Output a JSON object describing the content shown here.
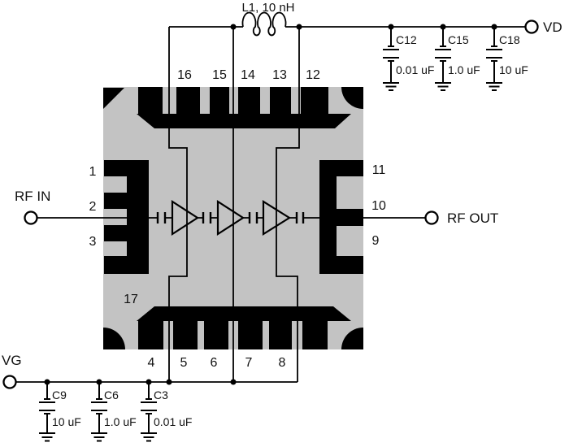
{
  "schematic": {
    "rf": {
      "input_label": "RF IN",
      "output_label": "RF OUT"
    },
    "vd_rail": {
      "terminal_label": "VD",
      "inductor_label": "L1, 10 nH",
      "capacitors": [
        {
          "ref": "C12",
          "value": "0.01 uF"
        },
        {
          "ref": "C15",
          "value": "1.0 uF"
        },
        {
          "ref": "C18",
          "value": "10 uF"
        }
      ]
    },
    "vg_rail": {
      "terminal_label": "VG",
      "capacitors": [
        {
          "ref": "C9",
          "value": "10 uF"
        },
        {
          "ref": "C6",
          "value": "1.0 uF"
        },
        {
          "ref": "C3",
          "value": "0.01 uF"
        }
      ]
    },
    "ic": {
      "pins_top": [
        "16",
        "15",
        "14",
        "13",
        "12"
      ],
      "pins_bottom": [
        "4",
        "5",
        "6",
        "7",
        "8"
      ],
      "pins_left": [
        "1",
        "2",
        "3"
      ],
      "pins_right": [
        "11",
        "10",
        "9"
      ],
      "backside_pad_pin": "17",
      "amplifier_stages": 3
    },
    "colors": {
      "die_body": "#c3c3c3",
      "metallization": "#000000",
      "wire": "#000000",
      "background": "#ffffff"
    }
  }
}
